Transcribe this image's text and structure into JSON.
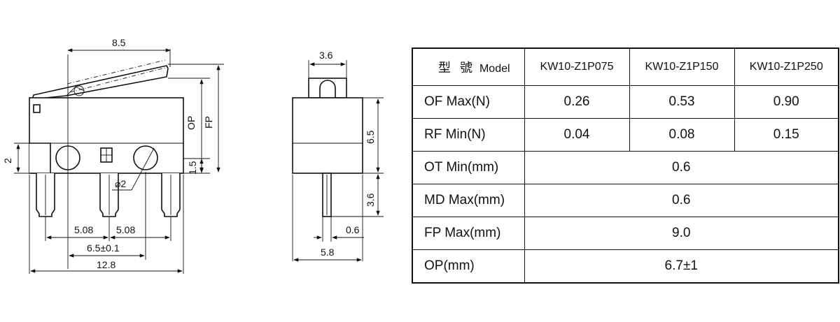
{
  "drawing": {
    "front": {
      "width_total": "8.5",
      "op_label": "OP",
      "fp_label": "FP",
      "height_left": "2",
      "height_right": "1.5",
      "hole_dia": "⌀2",
      "pitch_left": "5.08",
      "pitch_right": "5.08",
      "hole_spacing": "6.5±0.1",
      "overall_length": "12.8"
    },
    "side": {
      "top_width": "3.6",
      "body_height": "6.5",
      "pin_length": "3.6",
      "pin_thickness": "0.6",
      "overall_width": "5.8"
    }
  },
  "table": {
    "corner_cjk": "型 號",
    "corner_en": "Model",
    "models": [
      "KW10-Z1P075",
      "KW10-Z1P150",
      "KW10-Z1P250"
    ],
    "rows_per_model": [
      {
        "label": "OF Max(N)",
        "values": [
          "0.26",
          "0.53",
          "0.90"
        ]
      },
      {
        "label": "RF Min(N)",
        "values": [
          "0.04",
          "0.08",
          "0.15"
        ]
      }
    ],
    "rows_shared": [
      {
        "label": "OT Min(mm)",
        "value": "0.6"
      },
      {
        "label": "MD Max(mm)",
        "value": "0.6"
      },
      {
        "label": "FP Max(mm)",
        "value": "9.0"
      },
      {
        "label": "OP(mm)",
        "value": "6.7±1"
      }
    ]
  }
}
